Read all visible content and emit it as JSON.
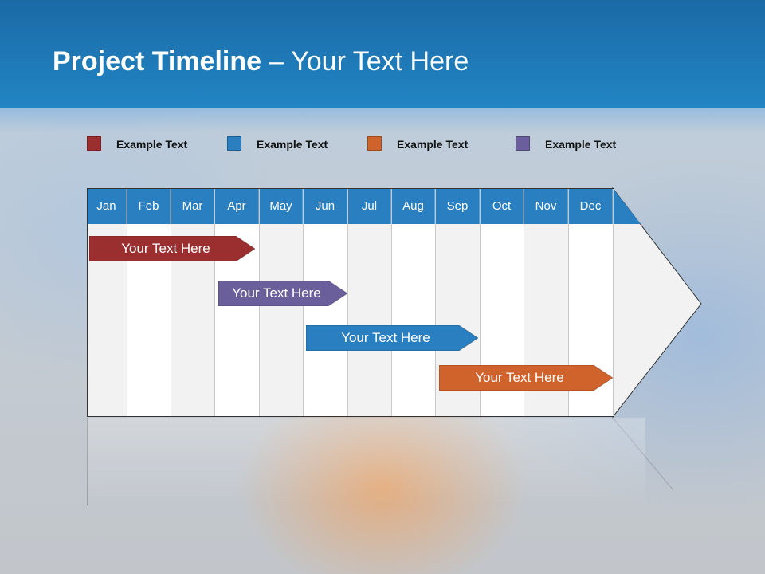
{
  "title": {
    "bold": "Project Timeline",
    "rest": " – Your Text Here"
  },
  "legend": [
    {
      "label": "Example Text",
      "color": "#9b2f2f"
    },
    {
      "label": "Example Text",
      "color": "#2a7fc0"
    },
    {
      "label": "Example Text",
      "color": "#d0632b"
    },
    {
      "label": "Example Text",
      "color": "#6a5f9a"
    }
  ],
  "months": [
    "Jan",
    "Feb",
    "Mar",
    "Apr",
    "May",
    "Jun",
    "Jul",
    "Aug",
    "Sep",
    "Oct",
    "Nov",
    "Dec"
  ],
  "bars": [
    {
      "label": "Your  Text Here",
      "color": "#9b2f2f",
      "start_month": "Jan",
      "end_month": "Apr"
    },
    {
      "label": "Your  Text Here",
      "color": "#6a5f9a",
      "start_month": "Apr",
      "end_month": "Jun"
    },
    {
      "label": "Your  Text Here",
      "color": "#2a7fc0",
      "start_month": "Jun",
      "end_month": "Sep"
    },
    {
      "label": "Your  Text Here",
      "color": "#d0632b",
      "start_month": "Sep",
      "end_month": "Dec"
    }
  ]
}
